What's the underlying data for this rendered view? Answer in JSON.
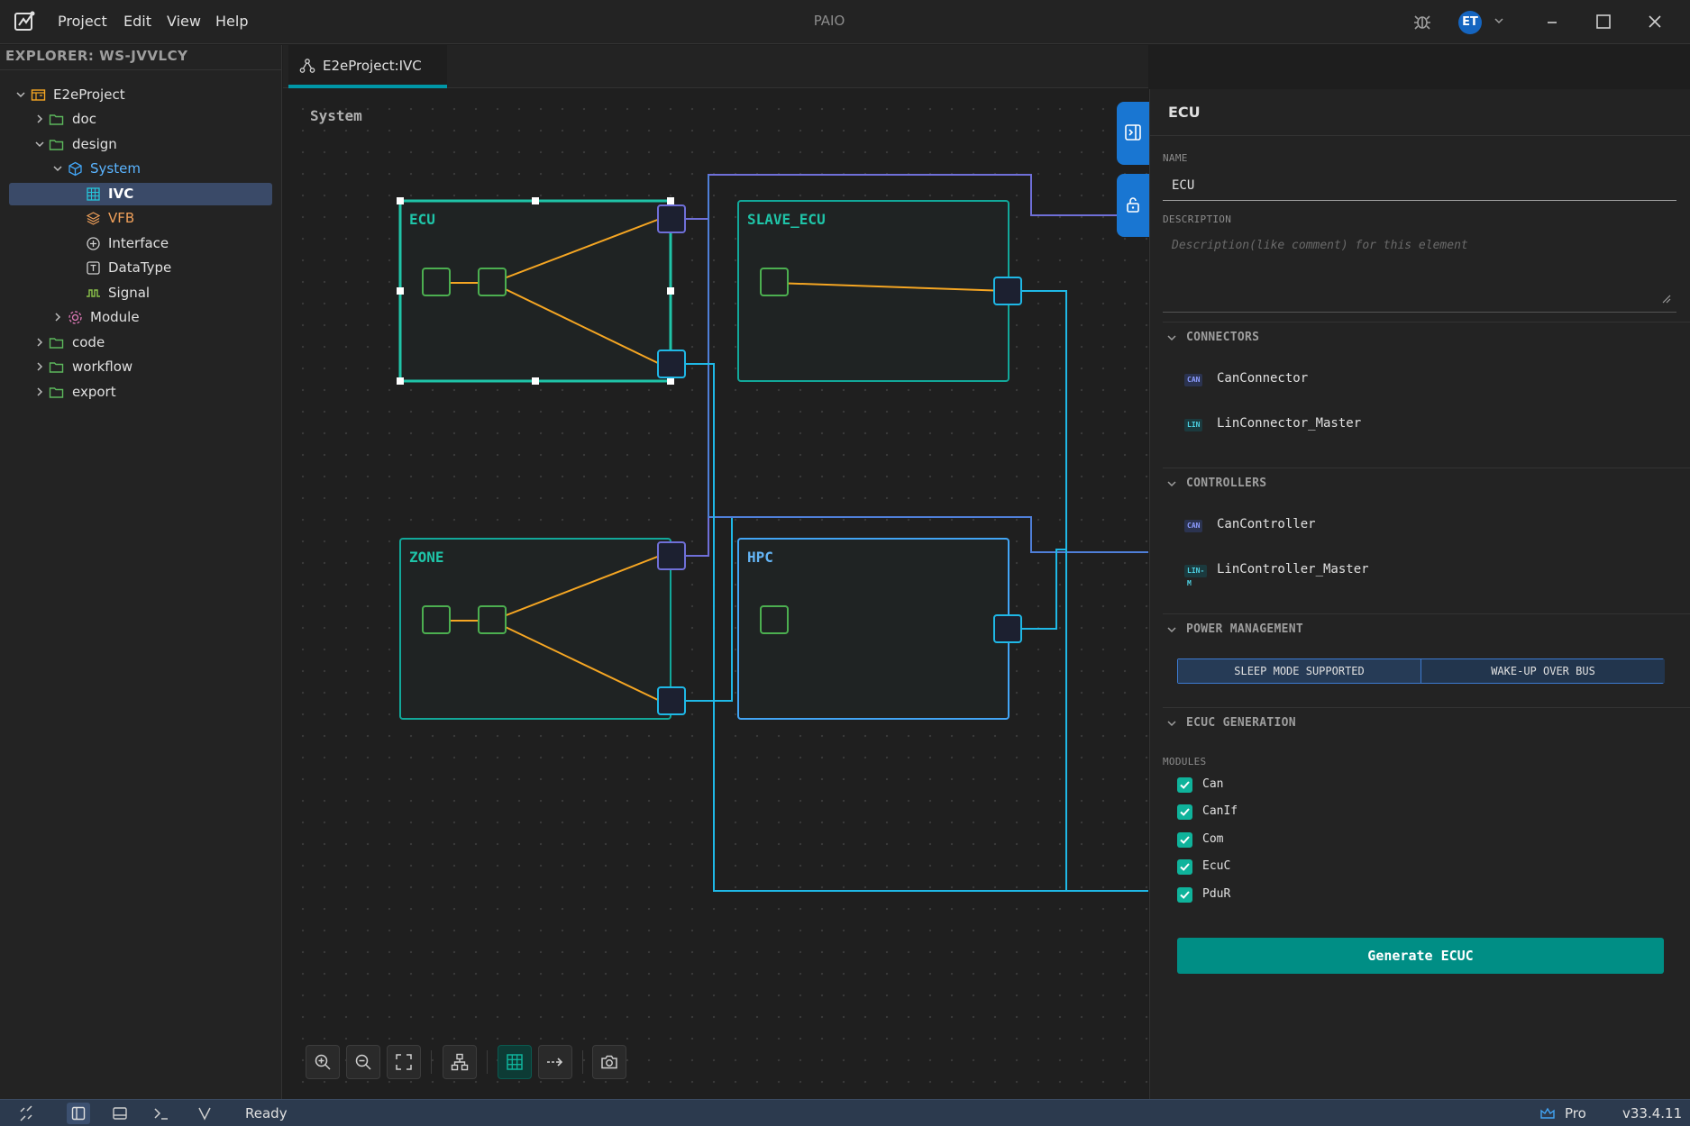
{
  "app": {
    "title": "PAIO",
    "menu": [
      "Project",
      "Edit",
      "View",
      "Help"
    ],
    "user_initials": "ET"
  },
  "explorer": {
    "title": "EXPLORER: WS-JVVLCY",
    "tree": [
      {
        "label": "E2eProject",
        "icon": "project-icon",
        "expanded": true
      },
      {
        "label": "doc",
        "icon": "folder-icon",
        "expanded": false
      },
      {
        "label": "design",
        "icon": "folder-icon",
        "expanded": true
      },
      {
        "label": "System",
        "icon": "cube-icon",
        "expanded": true
      },
      {
        "label": "IVC",
        "icon": "grid-icon",
        "selected": true
      },
      {
        "label": "VFB",
        "icon": "layers-icon"
      },
      {
        "label": "Interface",
        "icon": "interface-icon"
      },
      {
        "label": "DataType",
        "icon": "datatype-icon"
      },
      {
        "label": "Signal",
        "icon": "signal-icon"
      },
      {
        "label": "Module",
        "icon": "module-icon",
        "expanded": false
      },
      {
        "label": "code",
        "icon": "folder-icon",
        "expanded": false
      },
      {
        "label": "workflow",
        "icon": "folder-icon",
        "expanded": false
      },
      {
        "label": "export",
        "icon": "folder-icon",
        "expanded": false
      }
    ]
  },
  "tabs": [
    {
      "label": "E2eProject:IVC",
      "active": true,
      "icon": "diagram-icon"
    }
  ],
  "canvas": {
    "title": "System",
    "nodes": [
      "ECU",
      "SLAVE_ECU",
      "ZONE",
      "HPC"
    ],
    "selected_node": "ECU"
  },
  "properties": {
    "title": "ECU",
    "name_label": "NAME",
    "name_value": "ECU",
    "description_label": "DESCRIPTION",
    "description_placeholder": "Description(like comment) for this element",
    "connectors_label": "CONNECTORS",
    "connectors": [
      {
        "badge": "CAN",
        "label": "CanConnector"
      },
      {
        "badge": "LIN",
        "label": "LinConnector_Master"
      }
    ],
    "controllers_label": "CONTROLLERS",
    "controllers": [
      {
        "badge": "CAN",
        "label": "CanController"
      },
      {
        "badge": "LIN-M",
        "label": "LinController_Master"
      }
    ],
    "power_label": "POWER MANAGEMENT",
    "power_buttons": [
      "SLEEP MODE SUPPORTED",
      "WAKE-UP OVER BUS"
    ],
    "ecuc_label": "ECUC GENERATION",
    "modules_label": "MODULES",
    "modules": [
      {
        "label": "Can",
        "checked": true
      },
      {
        "label": "CanIf",
        "checked": true
      },
      {
        "label": "Com",
        "checked": true
      },
      {
        "label": "EcuC",
        "checked": true
      },
      {
        "label": "PduR",
        "checked": true
      }
    ],
    "generate_label": "Generate ECUC"
  },
  "status": {
    "text": "Ready",
    "plan": "Pro",
    "version": "v33.4.11"
  },
  "colors": {
    "accent_teal": "#0fb39b",
    "wire_orange": "#f5a623",
    "wire_cyan": "#1fb8e6",
    "wire_purple": "#6f6fd8",
    "port_green": "#4caf50"
  }
}
